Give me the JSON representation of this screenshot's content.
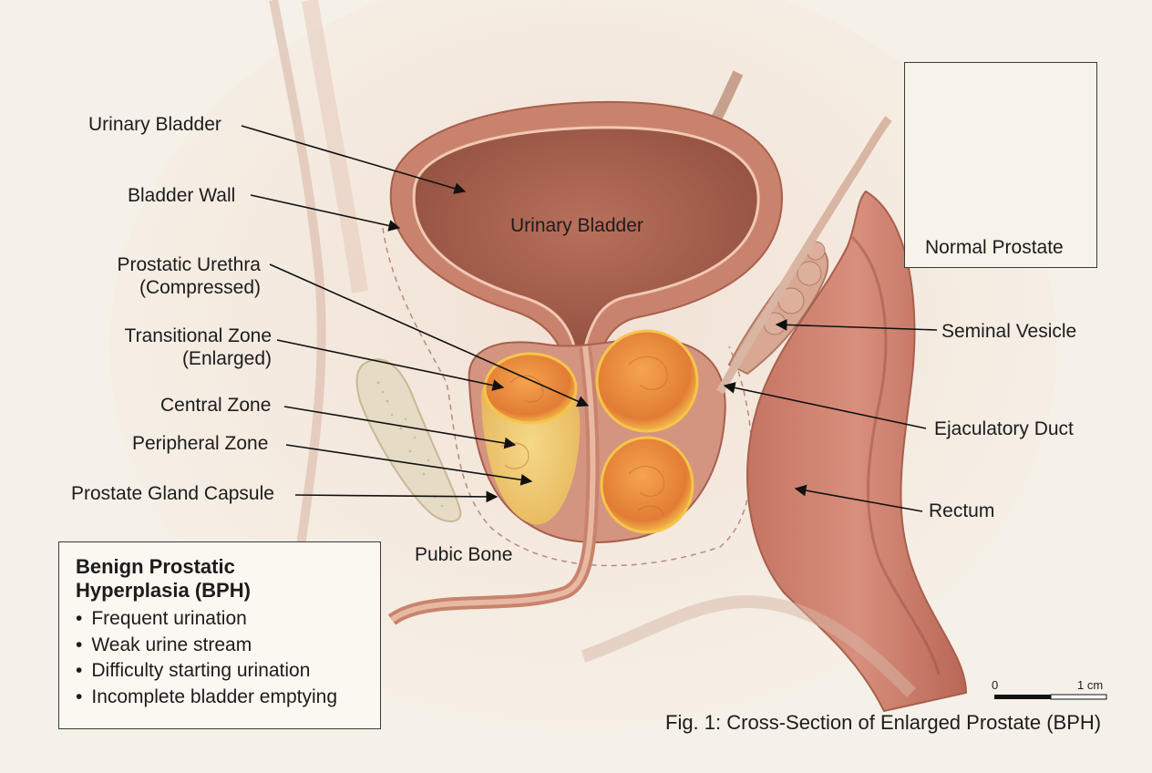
{
  "labels": {
    "urinary_bladder_callout": "Urinary Bladder",
    "bladder_wall": "Bladder Wall",
    "prostatic_urethra_line1": "Prostatic Urethra",
    "prostatic_urethra_line2": "(Compressed)",
    "transitional_zone_line1": "Transitional Zone",
    "transitional_zone_line2": "(Enlarged)",
    "central_zone": "Central Zone",
    "peripheral_zone": "Peripheral Zone",
    "prostate_capsule": "Prostate Gland Capsule",
    "urinary_bladder_inner": "Urinary Bladder",
    "pubic_bone": "Pubic Bone",
    "seminal_vesicle": "Seminal Vesicle",
    "ejaculatory_duct": "Ejaculatory Duct",
    "rectum": "Rectum"
  },
  "inset": {
    "title": "Normal Prostate"
  },
  "info_box": {
    "title": "Benign Prostatic Hyperplasia (BPH)",
    "items": [
      "Frequent urination",
      "Weak urine stream",
      "Difficulty starting urination",
      "Incomplete bladder emptying"
    ]
  },
  "scale_bar": {
    "start": "0",
    "end": "1 cm"
  },
  "caption": "Fig. 1: Cross-Section of Enlarged Prostate (BPH)",
  "colors": {
    "background": "#f6f1e8",
    "tissue": "#c98a74",
    "bladder_interior": "#a8614f",
    "enlarged_zone": "#f0a040",
    "zone_glow": "#f6c54a",
    "peripheral": "#f0cf6c",
    "bone": "#e6dcc6"
  }
}
